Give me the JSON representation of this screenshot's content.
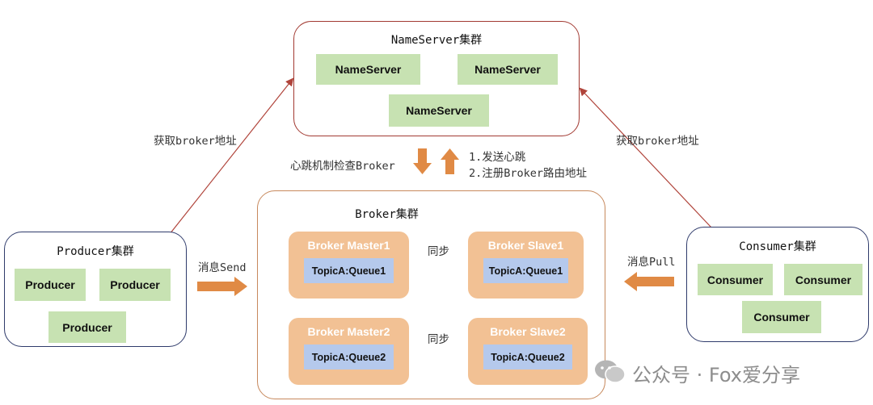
{
  "nameserver_cluster": {
    "title": "NameServer集群",
    "nodes": [
      "NameServer",
      "NameServer",
      "NameServer"
    ]
  },
  "broker_cluster": {
    "title": "Broker集群",
    "brokers": [
      {
        "name": "Broker Master1",
        "queue": "TopicA:Queue1"
      },
      {
        "name": "Broker Slave1",
        "queue": "TopicA:Queue1"
      },
      {
        "name": "Broker Master2",
        "queue": "TopicA:Queue2"
      },
      {
        "name": "Broker Slave2",
        "queue": "TopicA:Queue2"
      }
    ],
    "sync_labels": [
      "同步",
      "同步"
    ]
  },
  "producer_cluster": {
    "title": "Producer集群",
    "nodes": [
      "Producer",
      "Producer",
      "Producer"
    ]
  },
  "consumer_cluster": {
    "title": "Consumer集群",
    "nodes": [
      "Consumer",
      "Consumer",
      "Consumer"
    ]
  },
  "labels": {
    "producer_get_addr": "获取broker地址",
    "consumer_get_addr": "获取broker地址",
    "heartbeat_check": "心跳机制检查Broker",
    "send_heartbeat": "1.发送心跳",
    "register_route": "2.注册Broker路由地址",
    "send_message": "消息Send",
    "pull_message": "消息Pull"
  },
  "watermark": {
    "text": "公众号 · Fox爱分享"
  },
  "colors": {
    "nameserver_border": "#a23a32",
    "cluster_border_navy": "#2f3b6b",
    "broker_border": "#c7895d",
    "node_green": "#c7e2b2",
    "broker_orange": "#f2c194",
    "queue_blue": "#b5c9ec",
    "arrow_orange": "#e08a45",
    "line_red": "#b0443b"
  }
}
